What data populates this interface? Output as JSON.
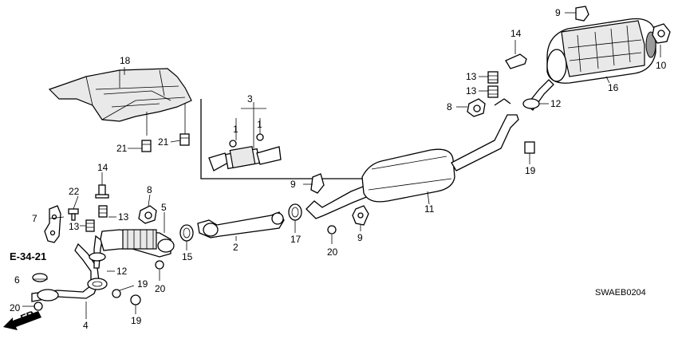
{
  "callouts": {
    "c1a": "1",
    "c1b": "1",
    "c2": "2",
    "c3": "3",
    "c4": "4",
    "c5": "5",
    "c6": "6",
    "c7": "7",
    "c8a": "8",
    "c8b": "8",
    "c9a": "9",
    "c9b": "9",
    "c9c": "9",
    "c10": "10",
    "c11": "11",
    "c12a": "12",
    "c12b": "12",
    "c13a": "13",
    "c13b": "13",
    "c13c": "13",
    "c13d": "13",
    "c14a": "14",
    "c14b": "14",
    "c15": "15",
    "c16": "16",
    "c17": "17",
    "c18": "18",
    "c19a": "19",
    "c19b": "19",
    "c19c": "19",
    "c20a": "20",
    "c20b": "20",
    "c20c": "20",
    "c21a": "21",
    "c21b": "21",
    "c22": "22"
  },
  "reference": "E-34-21",
  "direction": "FR.",
  "diagram_code": "SWAEB0204"
}
